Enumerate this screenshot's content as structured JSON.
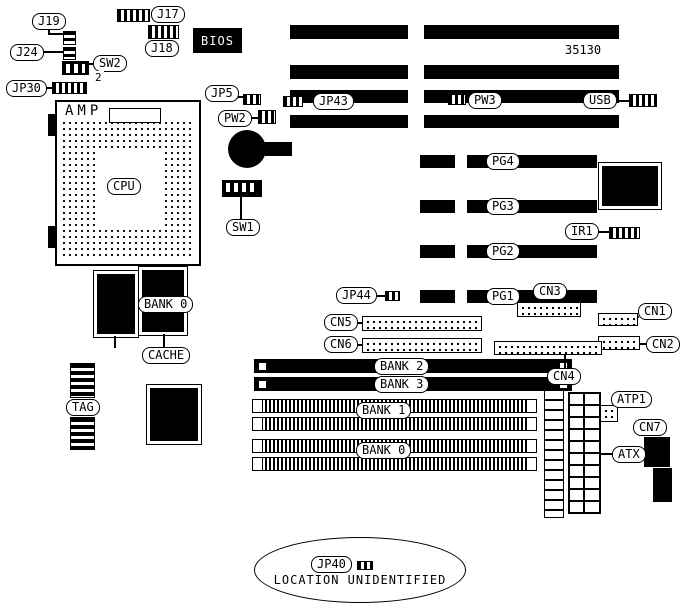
{
  "part_number": "35130",
  "note": "LOCATION UNIDENTIFIED",
  "jumpers": {
    "j17": "J17",
    "j18": "J18",
    "j19": "J19",
    "j24": "J24",
    "jp30": "JP30",
    "jp5": "JP5",
    "jp43": "JP43",
    "jp44": "JP44",
    "jp40": "JP40"
  },
  "switches": {
    "sw1": "SW1",
    "sw2": "SW2",
    "sw2_pin": "2"
  },
  "power": {
    "pw2": "PW2",
    "pw3": "PW3",
    "atx": "ATX",
    "atp1": "ATP1"
  },
  "connectors": {
    "usb": "USB",
    "ir1": "IR1",
    "cn1": "CN1",
    "cn2": "CN2",
    "cn3": "CN3",
    "cn4": "CN4",
    "cn5": "CN5",
    "cn6": "CN6",
    "cn7": "CN7"
  },
  "slots": {
    "pg1": "PG1",
    "pg2": "PG2",
    "pg3": "PG3",
    "pg4": "PG4"
  },
  "memory": {
    "bank0": "BANK 0",
    "bank1": "BANK 1",
    "bank2": "BANK 2",
    "bank3": "BANK 3"
  },
  "cache": {
    "bank0": "BANK 0",
    "cache": "CACHE",
    "tag": "TAG"
  },
  "chips": {
    "bios": "BIOS",
    "amp": "AMP",
    "cpu": "CPU"
  }
}
